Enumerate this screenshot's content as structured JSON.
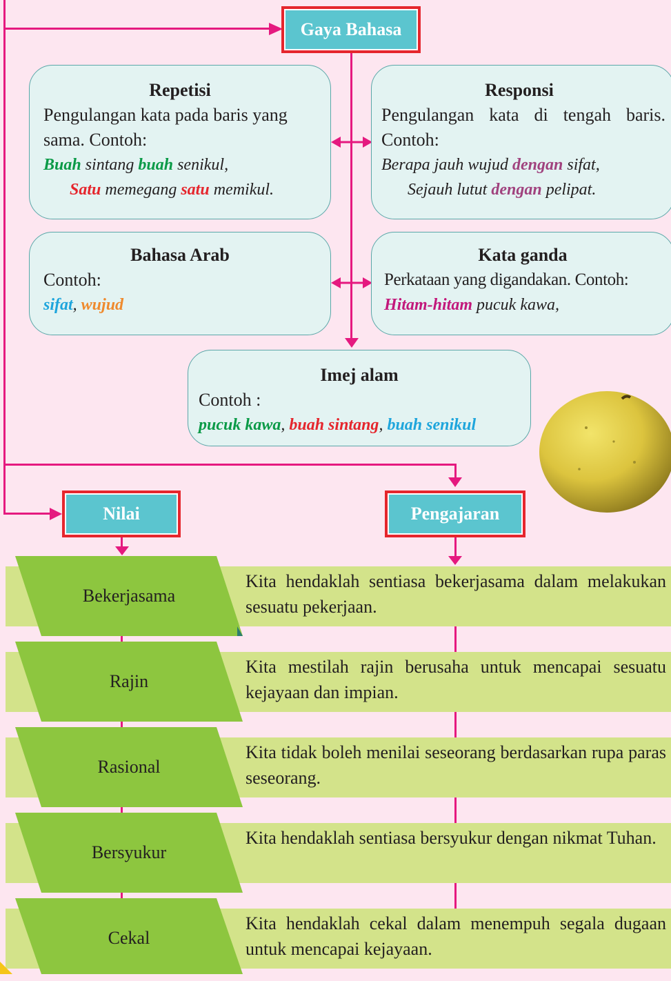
{
  "gaya_bahasa": {
    "title": "Gaya Bahasa"
  },
  "repetisi": {
    "title": "Repetisi",
    "desc": "Pengulangan kata pada baris yang sama. Contoh:",
    "ex1": [
      "Buah",
      " sintang ",
      "buah",
      " senikul,"
    ],
    "ex2": [
      "Satu",
      " memegang ",
      "satu",
      " memikul."
    ]
  },
  "responsi": {
    "title": "Responsi",
    "desc1": "Pengulangan kata di tengah baris.",
    "desc2": "Contoh:",
    "ex1": [
      "Berapa jauh wujud ",
      "dengan",
      " sifat,"
    ],
    "ex2": [
      "Sejauh lutut ",
      "dengan",
      " pelipat."
    ]
  },
  "bahasa_arab": {
    "title": "Bahasa Arab",
    "desc": "Contoh:",
    "ex": [
      "sifat",
      ", ",
      "wujud"
    ]
  },
  "kata_ganda": {
    "title": "Kata ganda",
    "desc": "Perkataan yang digandakan. Contoh:",
    "ex": [
      "Hitam-hitam",
      " pucuk kawa,"
    ]
  },
  "imej_alam": {
    "title": "Imej alam",
    "desc": "Contoh :",
    "ex": [
      "pucuk kawa",
      ", ",
      "buah sintang",
      ", ",
      "buah senikul"
    ]
  },
  "nilai": {
    "title": "Nilai"
  },
  "pengajaran": {
    "title": "Pengajaran"
  },
  "rows": [
    {
      "nilai": "Bekerjasama",
      "pengajaran": "Kita hendaklah sentiasa bekerjasama dalam melakukan sesuatu pekerjaan."
    },
    {
      "nilai": "Rajin",
      "pengajaran": "Kita mestilah rajin berusaha untuk mencapai sesuatu kejayaan dan impian."
    },
    {
      "nilai": "Rasional",
      "pengajaran": "Kita tidak boleh menilai seseorang berdasarkan rupa paras seseorang."
    },
    {
      "nilai": "Bersyukur",
      "pengajaran": "Kita hendaklah sentiasa bersyukur dengan nikmat Tuhan."
    },
    {
      "nilai": "Cekal",
      "pengajaran": "Kita hendaklah cekal dalam menempuh segala dugaan untuk mencapai kejayaan."
    }
  ],
  "colors": {
    "background": "#fde6f0",
    "connector": "#e5197f",
    "title_box": "#5bc5cf",
    "title_border": "#e5262d",
    "card": "#e3f3f2",
    "parallelogram": "#8dc63f",
    "band": "#d3e38a"
  }
}
